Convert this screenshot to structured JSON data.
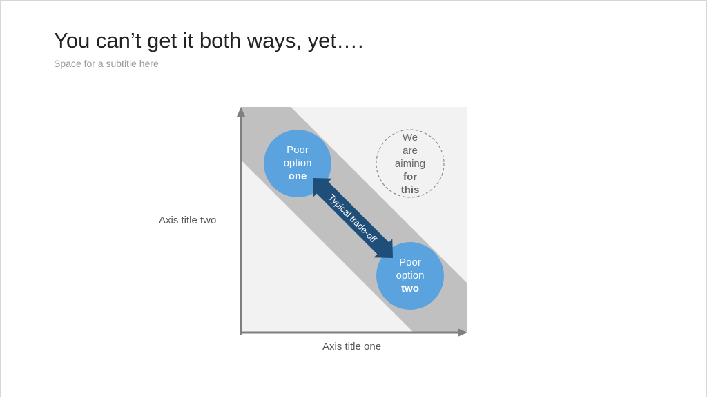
{
  "slide": {
    "title": "You can’t get it both ways, yet….",
    "subtitle": "Space for a subtitle here"
  },
  "axes": {
    "y_title": "Axis title two",
    "x_title": "Axis title one"
  },
  "nodes": {
    "poor_one": {
      "line1": "Poor",
      "line2": "option",
      "line3": "one"
    },
    "poor_two": {
      "line1": "Poor",
      "line2": "option",
      "line3": "two"
    },
    "target": {
      "line1": "We",
      "line2": "are",
      "line3": "aiming",
      "line4": "for",
      "line5": "this"
    }
  },
  "arrow": {
    "label": "Typical trade-off"
  },
  "colors": {
    "circle_blue": "#5ba3df",
    "arrow_navy": "#1f4e79",
    "band_gray": "#c0c0c0",
    "plot_bg": "#f2f2f2",
    "axis_gray": "#7f7f7f"
  }
}
